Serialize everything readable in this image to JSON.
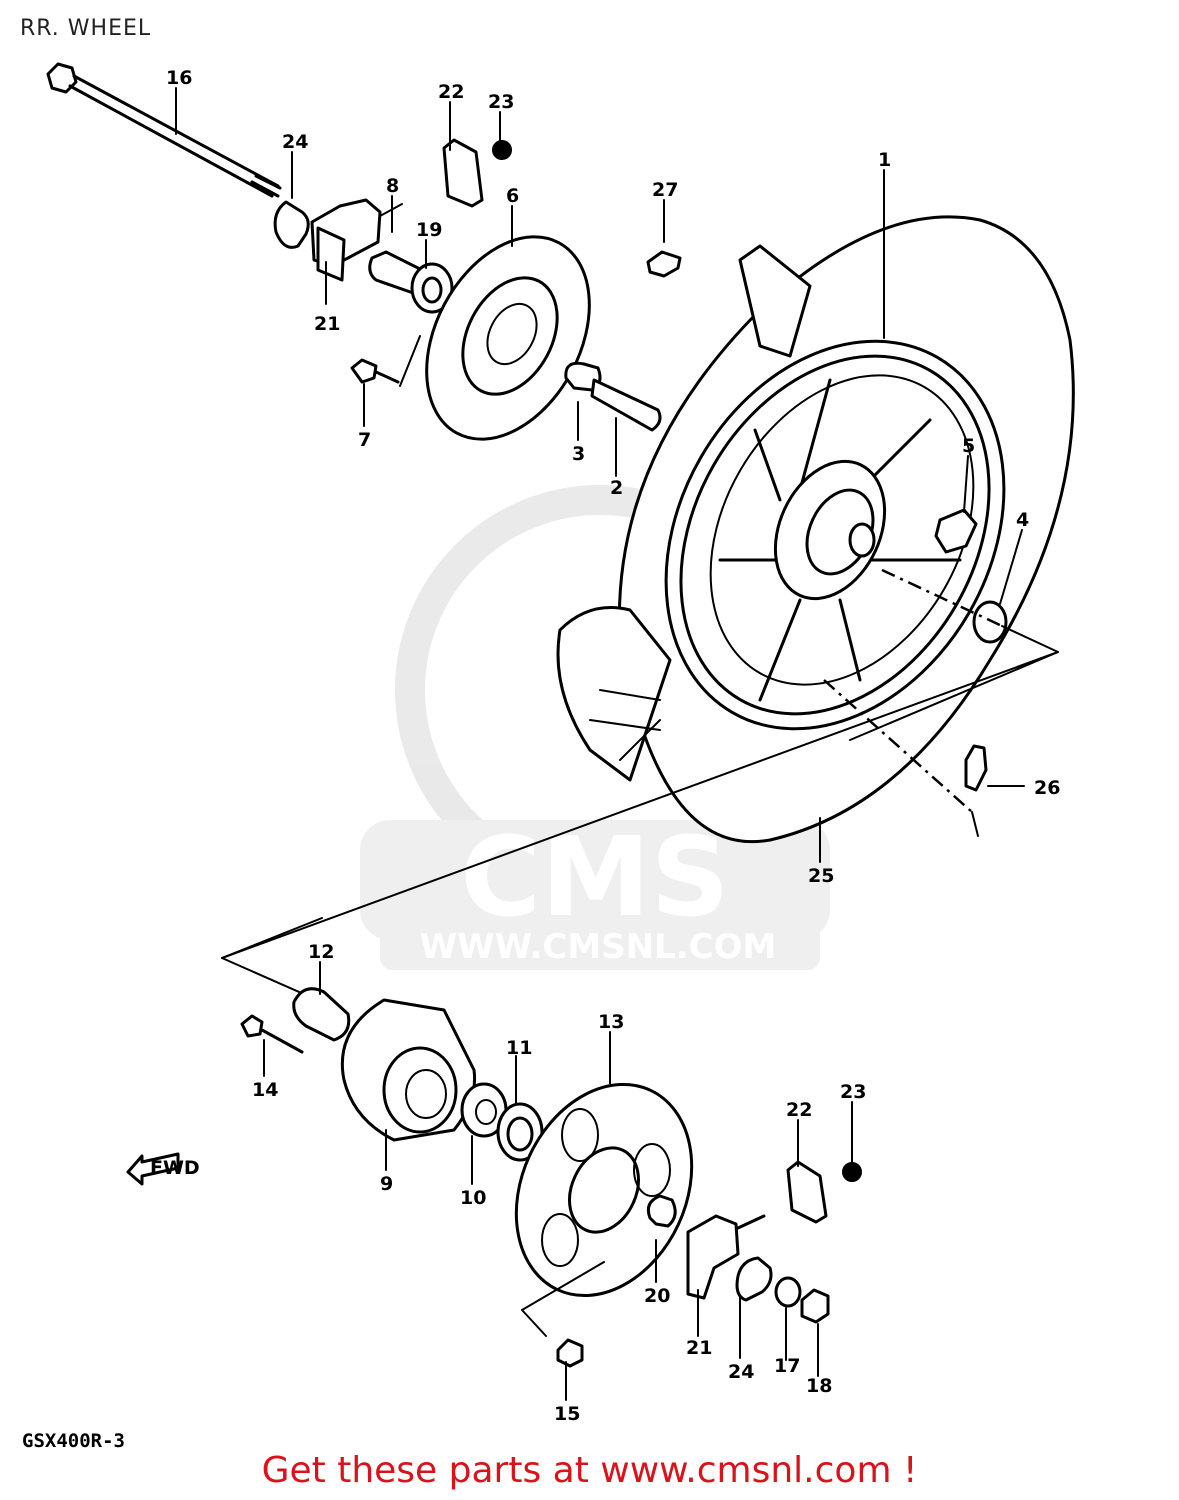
{
  "title": "RR. WHEEL",
  "model_code": "GSX400R-3",
  "footer_text": "Get these parts at www.cmsnl.com !",
  "watermark": {
    "logo_text": "CMS",
    "url_text": "WWW.CMSNL.COM"
  },
  "fwd_label": "FWD",
  "part_numbers": {
    "p1": "1",
    "p2": "2",
    "p3": "3",
    "p4": "4",
    "p5": "5",
    "p6": "6",
    "p7": "7",
    "p8": "8",
    "p9": "9",
    "p10": "10",
    "p11": "11",
    "p12": "12",
    "p13": "13",
    "p14": "14",
    "p15": "15",
    "p16": "16",
    "p17": "17",
    "p18": "18",
    "p19": "19",
    "p20": "20",
    "p21a": "21",
    "p21b": "21",
    "p22a": "22",
    "p22b": "22",
    "p23a": "23",
    "p23b": "23",
    "p24a": "24",
    "p24b": "24",
    "p25": "25",
    "p26": "26",
    "p27": "27"
  },
  "colors": {
    "footer": "#d9131b",
    "ink": "#000000",
    "watermark": "#e6e6e6"
  }
}
